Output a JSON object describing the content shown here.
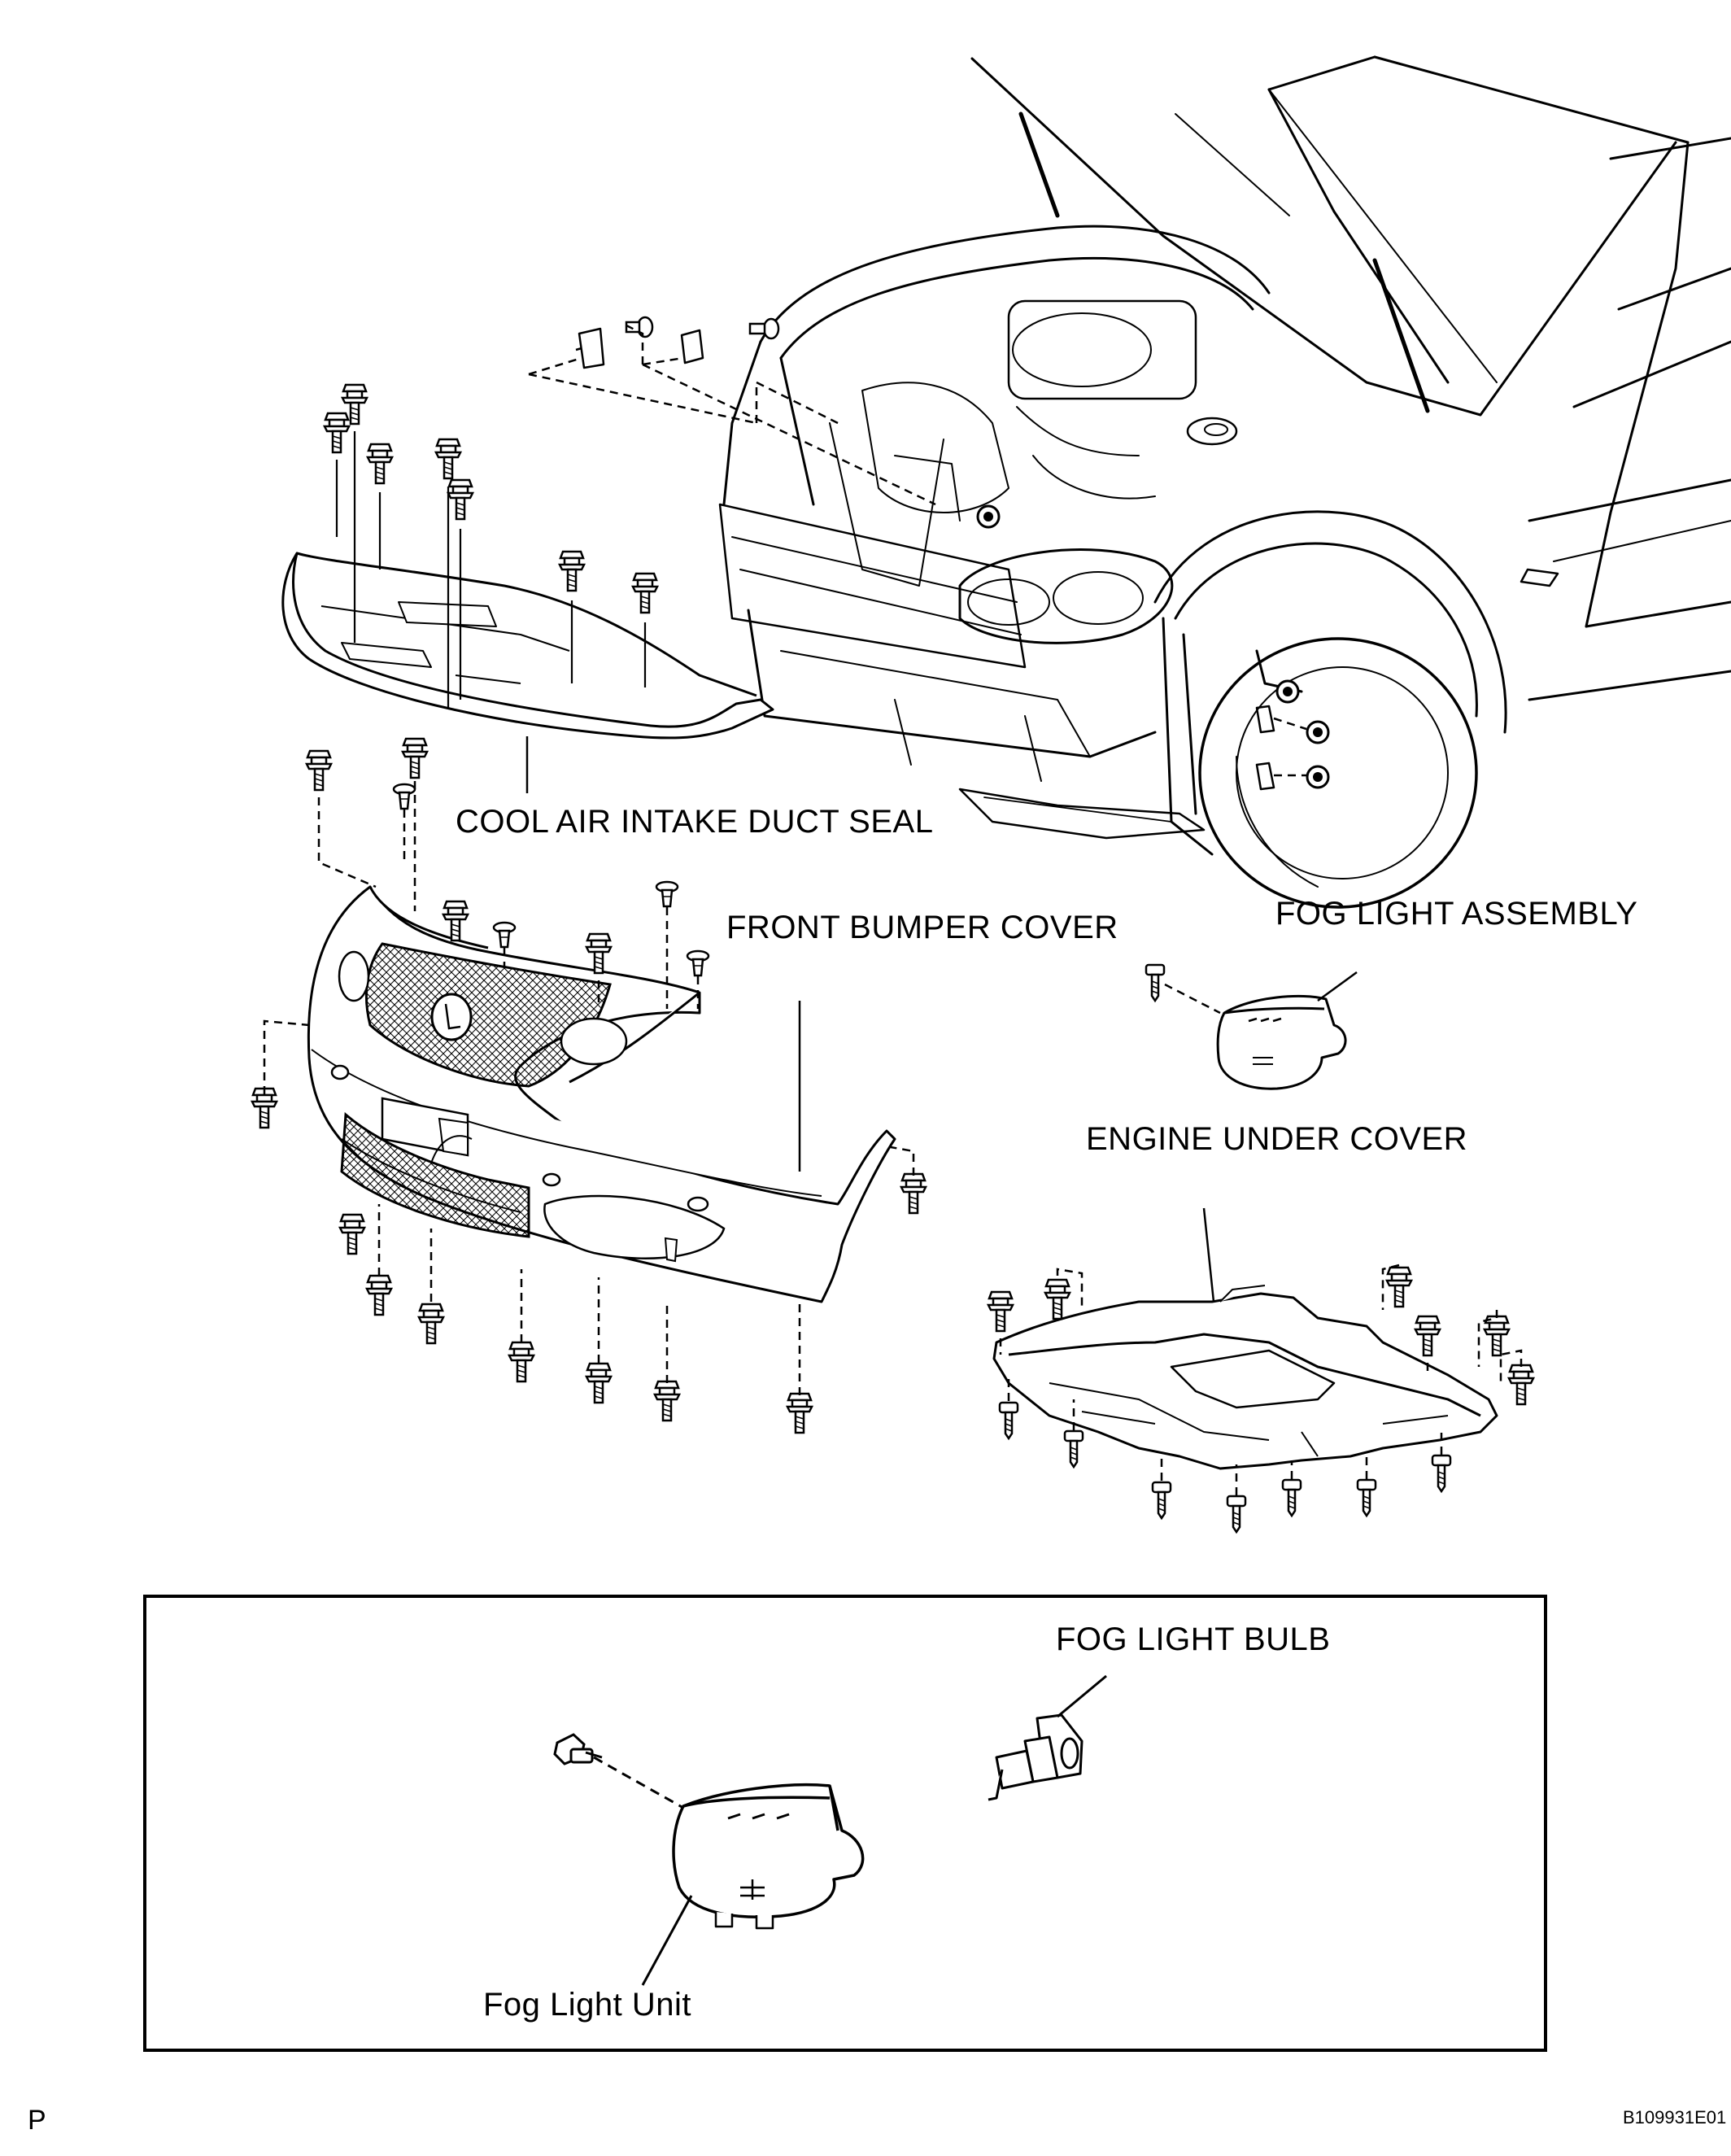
{
  "labels": {
    "cool_air_intake_duct_seal": "COOL AIR INTAKE DUCT SEAL",
    "front_bumper_cover": "FRONT BUMPER COVER",
    "fog_light_assembly": "FOG LIGHT ASSEMBLY",
    "engine_under_cover": "ENGINE UNDER COVER",
    "fog_light_bulb": "FOG LIGHT BULB",
    "fog_light_unit": "Fog Light Unit"
  },
  "page_marker": "P",
  "figure_code": "B109931E01"
}
